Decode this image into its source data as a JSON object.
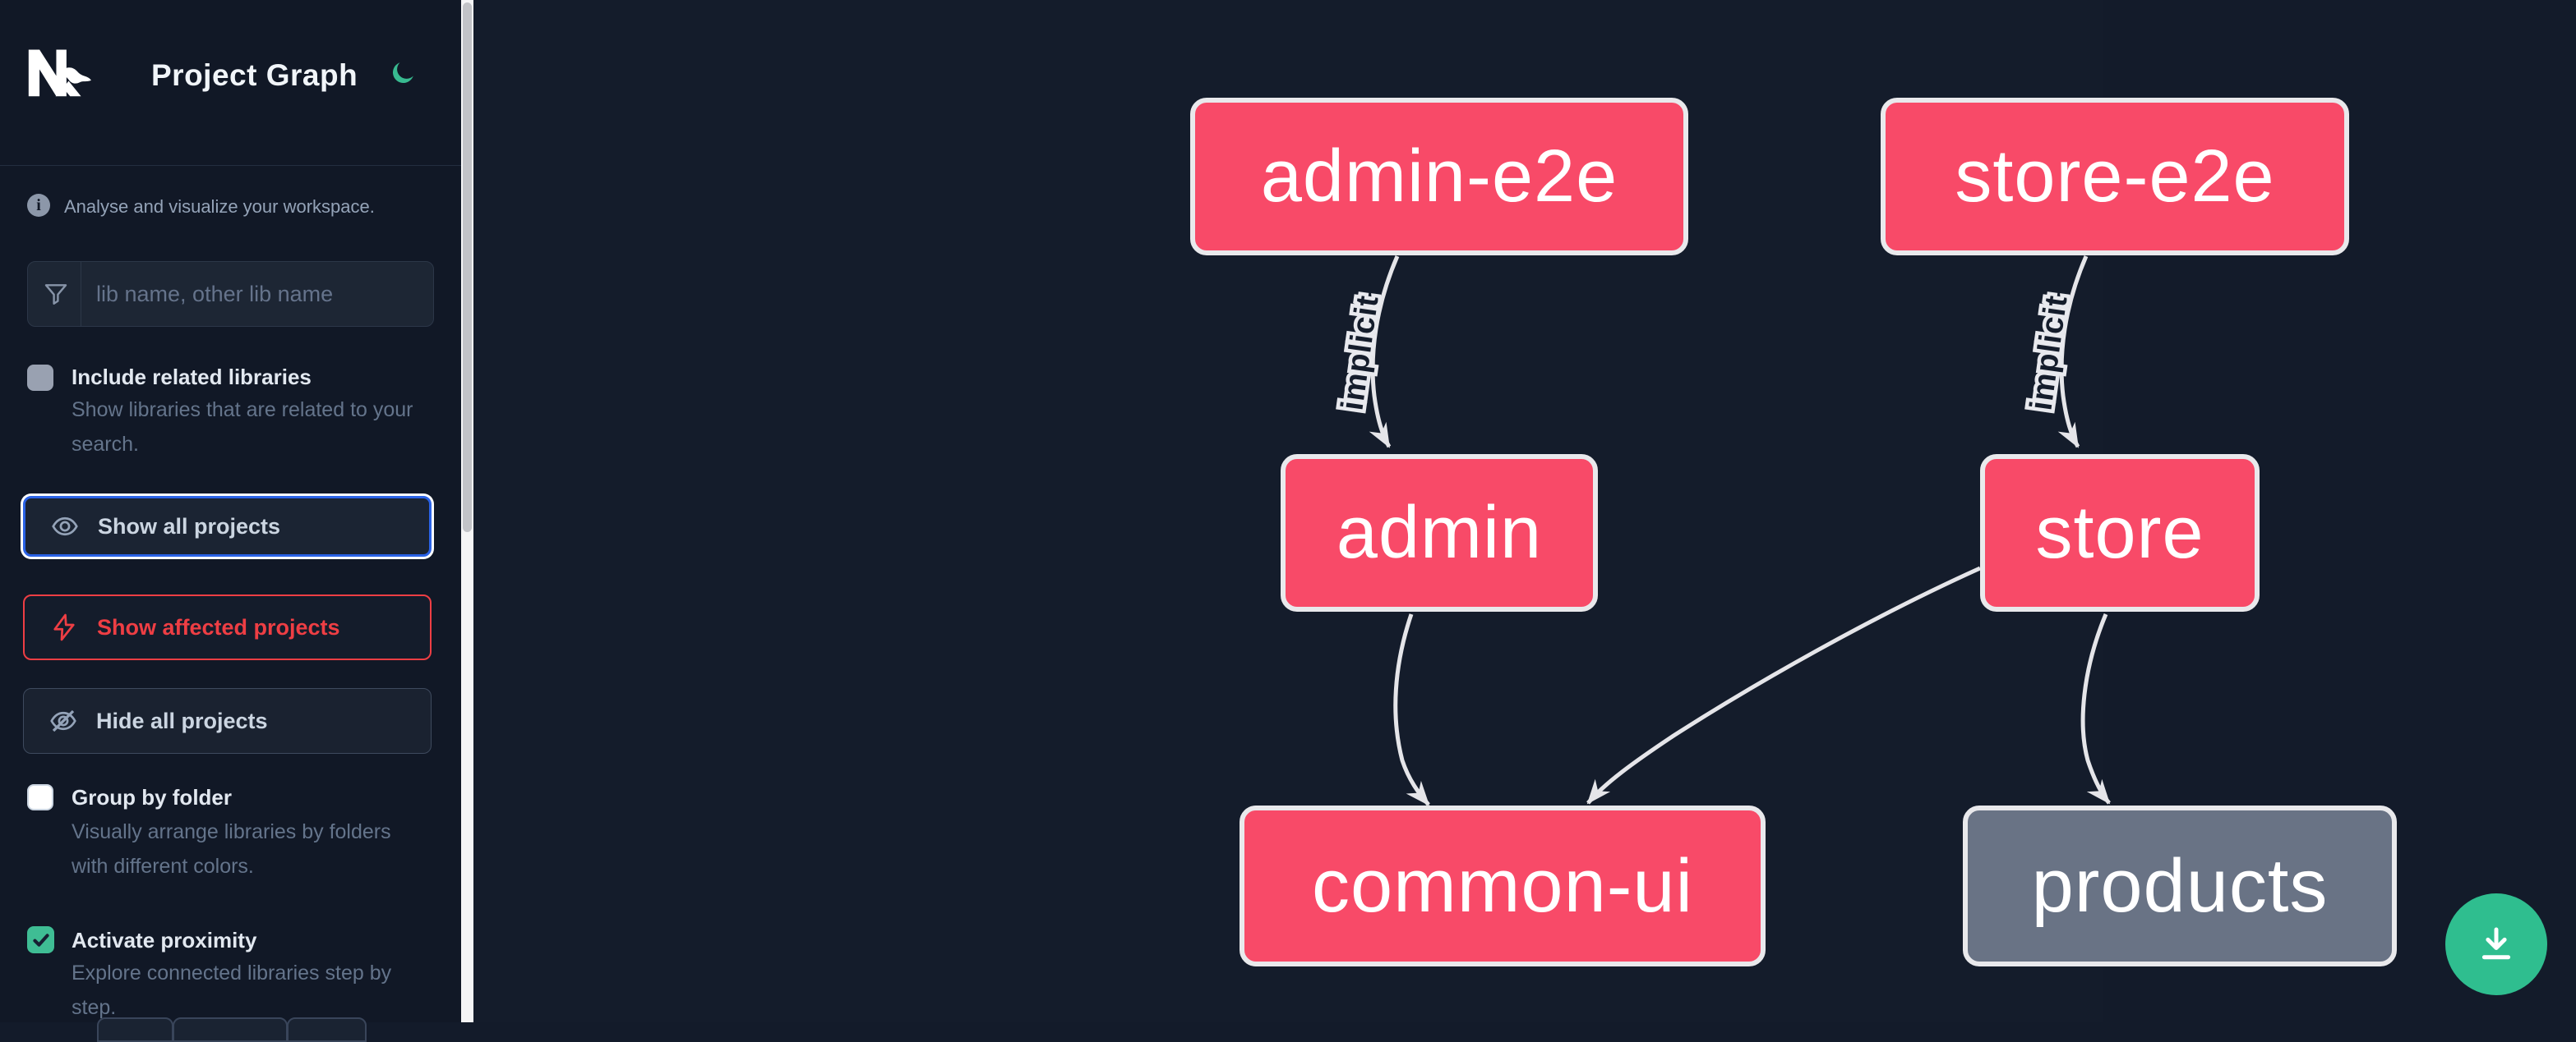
{
  "header": {
    "logo_alt": "Nx",
    "title": "Project Graph"
  },
  "info": {
    "text": "Analyse and visualize your workspace."
  },
  "search": {
    "placeholder": "lib name, other lib name",
    "value": ""
  },
  "options": {
    "include_related": {
      "label": "Include related libraries",
      "description": "Show libraries that are related to your search.",
      "checked": false
    },
    "group_by_folder": {
      "label": "Group by folder",
      "description": "Visually arrange libraries by folders with different colors.",
      "checked": false
    },
    "activate_proximity": {
      "label": "Activate proximity",
      "description": "Explore connected libraries step by step.",
      "checked": true
    }
  },
  "actions": {
    "show_all": "Show all projects",
    "show_affected": "Show affected projects",
    "hide_all": "Hide all projects"
  },
  "graph": {
    "nodes": [
      {
        "id": "admin-e2e",
        "label": "admin-e2e",
        "kind": "app",
        "color": "pink"
      },
      {
        "id": "store-e2e",
        "label": "store-e2e",
        "kind": "app",
        "color": "pink"
      },
      {
        "id": "admin",
        "label": "admin",
        "kind": "app",
        "color": "pink"
      },
      {
        "id": "store",
        "label": "store",
        "kind": "app",
        "color": "pink"
      },
      {
        "id": "common-ui",
        "label": "common-ui",
        "kind": "lib",
        "color": "pink"
      },
      {
        "id": "products",
        "label": "products",
        "kind": "lib",
        "color": "gray"
      }
    ],
    "edges": [
      {
        "from": "admin-e2e",
        "to": "admin",
        "label": "implicit"
      },
      {
        "from": "store-e2e",
        "to": "store",
        "label": "implicit"
      },
      {
        "from": "admin",
        "to": "common-ui",
        "label": ""
      },
      {
        "from": "store",
        "to": "common-ui",
        "label": ""
      },
      {
        "from": "store",
        "to": "products",
        "label": ""
      }
    ]
  },
  "colors": {
    "node_affected": "#f84a68",
    "node_default": "#697385",
    "node_border": "#e9e9ec",
    "edge": "#e5e5e9",
    "accent_green": "#2fbe8f",
    "focus_blue": "#2a62e6",
    "alert_red": "#ee3e44",
    "background": "#131b2a"
  }
}
